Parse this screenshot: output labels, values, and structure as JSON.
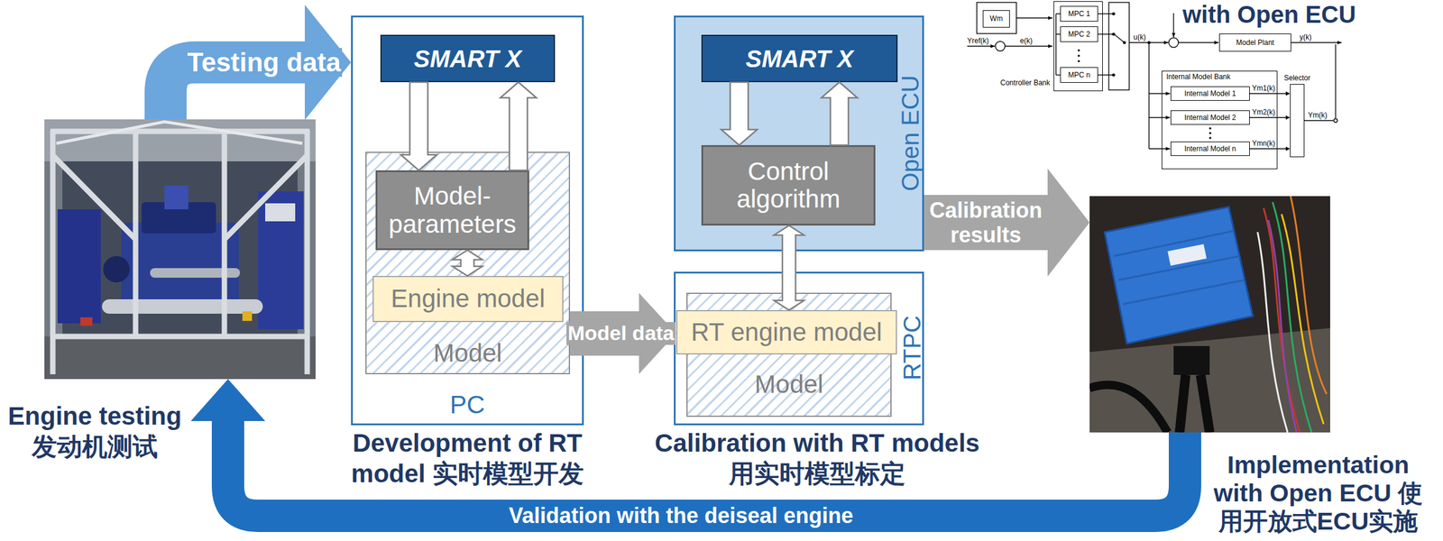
{
  "diagram": {
    "nodes": [
      {
        "text": [
          "Engine testing 发动机测试"
        ]
      },
      {
        "text": [
          "PC",
          "Development of RT model 实时模型开发"
        ]
      },
      {
        "text": [
          "SMART X"
        ],
        "in": 1
      },
      {
        "text": [
          "Model"
        ],
        "in": 1
      },
      {
        "text": [
          "Model-parameters"
        ],
        "in": 3
      },
      {
        "text": [
          "Engine model"
        ],
        "in": 3
      },
      {
        "text": [
          "Open ECU"
        ]
      },
      {
        "text": [
          "SMART X"
        ],
        "in": 6
      },
      {
        "text": [
          "Control algorithm"
        ],
        "in": 6
      },
      {
        "text": [
          "RTPC"
        ]
      },
      {
        "text": [
          "Model"
        ],
        "in": 9
      },
      {
        "text": [
          "RT engine model"
        ],
        "in": 10
      },
      {
        "text": [
          "Wm"
        ]
      },
      {
        "text": [
          "Controller Bank"
        ]
      },
      {
        "text": [
          "MPC 1"
        ],
        "in": 13
      },
      {
        "text": [
          "MPC 2"
        ],
        "in": 13
      },
      {
        "text": [
          "MPC n"
        ],
        "in": 13
      },
      {
        "text": [
          "Model Plant"
        ]
      },
      {
        "text": [
          "Internal Model Bank"
        ]
      },
      {
        "text": [
          "Internal Model 1"
        ],
        "in": 18
      },
      {
        "text": [
          "Internal Model 2"
        ],
        "in": 18
      },
      {
        "text": [
          "Internal Model n"
        ],
        "in": 18
      },
      {
        "text": [
          "Selector"
        ]
      },
      {
        "text": [
          "Implementation with Open ECU 使用开放式ECU实施"
        ]
      }
    ],
    "edges": [
      {
        "from": 0,
        "to": 1,
        "label": "Testing data",
        "arrow": "to"
      },
      {
        "from": 2,
        "to": 4,
        "arrow": "to"
      },
      {
        "from": 4,
        "to": 2,
        "arrow": "to"
      },
      {
        "from": 4,
        "to": 5,
        "arrow": "both"
      },
      {
        "from": 3,
        "to": 11,
        "label": "Model data",
        "arrow": "to"
      },
      {
        "from": 7,
        "to": 8,
        "arrow": "to"
      },
      {
        "from": 8,
        "to": 7,
        "arrow": "to"
      },
      {
        "from": 8,
        "to": 11,
        "arrow": "both"
      },
      {
        "from": 6,
        "to": 23,
        "label": "Calibration results",
        "arrow": "to"
      },
      {
        "from": 19,
        "to": 22,
        "label": "Ym1(k)",
        "arrow": "to"
      },
      {
        "from": 20,
        "to": 22,
        "label": "Ym2(k)",
        "arrow": "to"
      },
      {
        "from": 21,
        "to": 22,
        "label": "Ymn(k)",
        "arrow": "to"
      },
      {
        "from": 23,
        "to": 0,
        "label": "Validation with the deiseal engine",
        "arrow": "to"
      }
    ],
    "labels": [
      "with Open ECU",
      "Yref(k)",
      "e(k)",
      "u(k)",
      "y(k)",
      "Ym(k)",
      "Calibration with RT models 用实时模型标定"
    ]
  }
}
